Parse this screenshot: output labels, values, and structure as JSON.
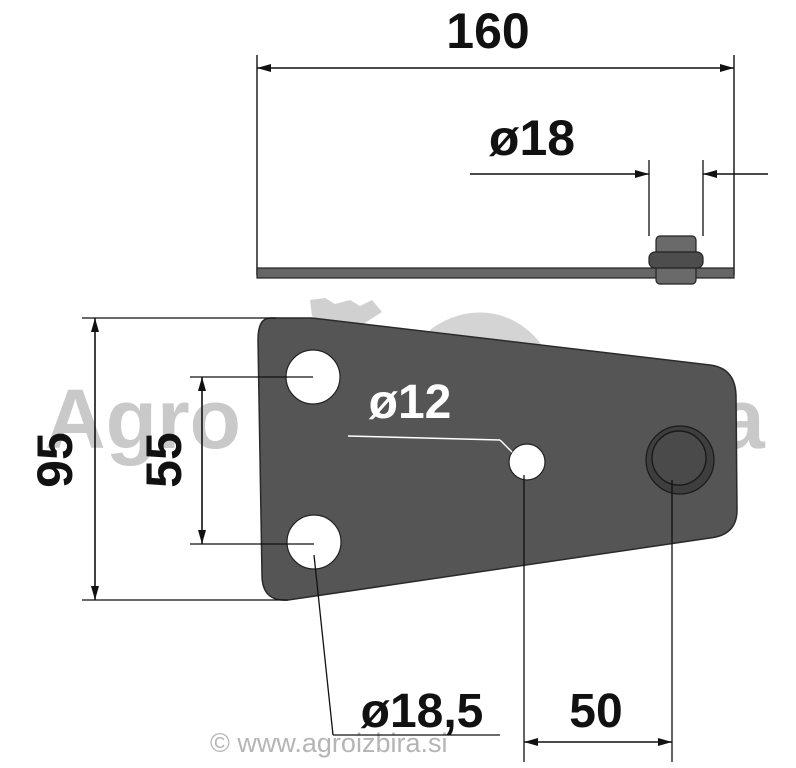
{
  "dimensions": {
    "overall_length": "160",
    "bolt_diameter": "ø18",
    "center_hole_diameter": "ø12",
    "overall_height": "95",
    "hole_spacing": "55",
    "mount_hole_diameter": "ø18,5",
    "offset": "50"
  },
  "watermark": {
    "brand_left": "Agro",
    "brand_right": "a",
    "copyright": "© www.agroizbira.si"
  },
  "colors": {
    "plate_fill": "#555555",
    "plate_edge": "#2a2a2a",
    "line": "#111111",
    "watermark": "#c9c9c9"
  }
}
